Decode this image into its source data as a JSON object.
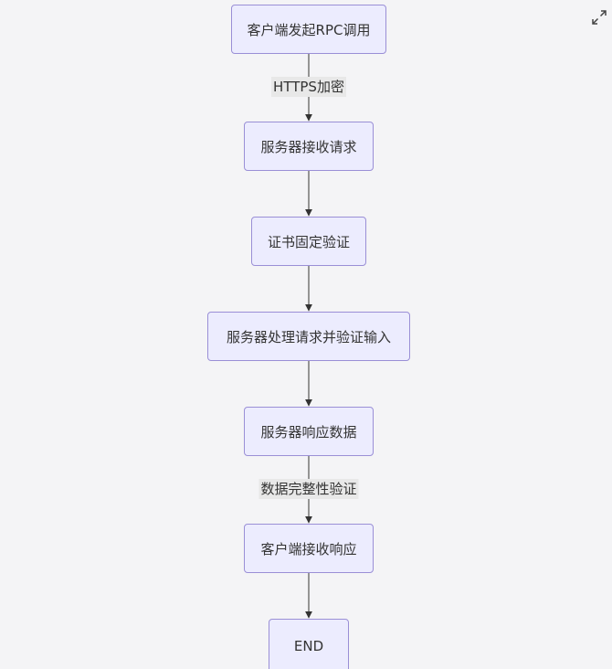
{
  "diagram": {
    "nodes": [
      {
        "id": "n1",
        "label": "客户端发起RPC调用"
      },
      {
        "id": "n2",
        "label": "服务器接收请求"
      },
      {
        "id": "n3",
        "label": "证书固定验证"
      },
      {
        "id": "n4",
        "label": "服务器处理请求并验证输入"
      },
      {
        "id": "n5",
        "label": "服务器响应数据"
      },
      {
        "id": "n6",
        "label": "客户端接收响应"
      },
      {
        "id": "n7",
        "label": "END"
      }
    ],
    "edges": [
      {
        "from": "n1",
        "to": "n2",
        "label": "HTTPS加密"
      },
      {
        "from": "n2",
        "to": "n3",
        "label": ""
      },
      {
        "from": "n3",
        "to": "n4",
        "label": ""
      },
      {
        "from": "n4",
        "to": "n5",
        "label": ""
      },
      {
        "from": "n5",
        "to": "n6",
        "label": "数据完整性验证"
      },
      {
        "from": "n6",
        "to": "n7",
        "label": ""
      }
    ]
  },
  "toolbar": {
    "expand_icon": "expand-icon"
  },
  "colors": {
    "node_fill": "#ececfe",
    "node_stroke": "#9a8fd6",
    "edge": "#333333",
    "label_bg": "#e8e8e8",
    "background": "#f4f4f6"
  }
}
